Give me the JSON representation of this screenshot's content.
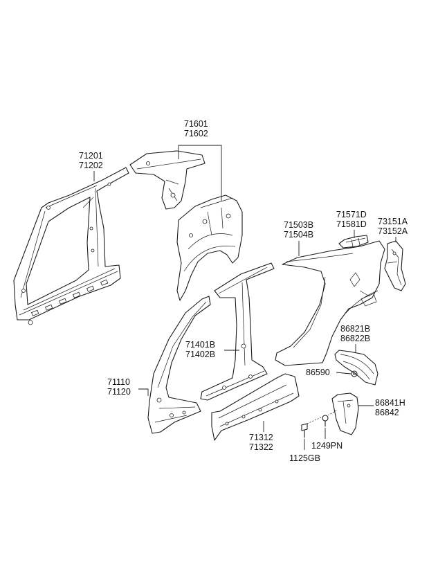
{
  "labels": {
    "p71201": "71201",
    "p71202": "71202",
    "p71601": "71601",
    "p71602": "71602",
    "p71571d": "71571D",
    "p71581d": "71581D",
    "p73151a": "73151A",
    "p73152a": "73152A",
    "p71503b": "71503B",
    "p71504b": "71504B",
    "p86821b": "86821B",
    "p86822b": "86822B",
    "p71401b": "71401B",
    "p71402b": "71402B",
    "p71110": "71110",
    "p71120": "71120",
    "p86590": "86590",
    "p86841h": "86841H",
    "p86842": "86842",
    "p71312": "71312",
    "p71322": "71322",
    "p1249pn": "1249PN",
    "p1125gb": "1125GB"
  },
  "parts": [
    {
      "id": "front-side-outer-panel",
      "part_numbers": [
        "71201",
        "71202"
      ]
    },
    {
      "id": "quarter-inner-panel",
      "part_numbers": [
        "71601",
        "71602"
      ]
    },
    {
      "id": "quarter-outer-panel",
      "part_numbers": [
        "71503B",
        "71504B"
      ]
    },
    {
      "id": "quarter-extension",
      "part_numbers": [
        "71571D",
        "71581D"
      ]
    },
    {
      "id": "rear-bracket",
      "part_numbers": [
        "73151A",
        "73152A"
      ]
    },
    {
      "id": "center-pillar-outer",
      "part_numbers": [
        "71401B",
        "71402B"
      ]
    },
    {
      "id": "front-pillar-outer",
      "part_numbers": [
        "71110",
        "71120"
      ]
    },
    {
      "id": "side-sill-panel",
      "part_numbers": [
        "71312",
        "71322"
      ]
    },
    {
      "id": "wheel-guard",
      "part_numbers": [
        "86821B",
        "86822B"
      ]
    },
    {
      "id": "wheel-guard-clip",
      "part_numbers": [
        "86590"
      ]
    },
    {
      "id": "mud-guard",
      "part_numbers": [
        "86841H",
        "86842"
      ]
    },
    {
      "id": "screw",
      "part_numbers": [
        "1249PN"
      ]
    },
    {
      "id": "bolt",
      "part_numbers": [
        "1125GB"
      ]
    }
  ]
}
